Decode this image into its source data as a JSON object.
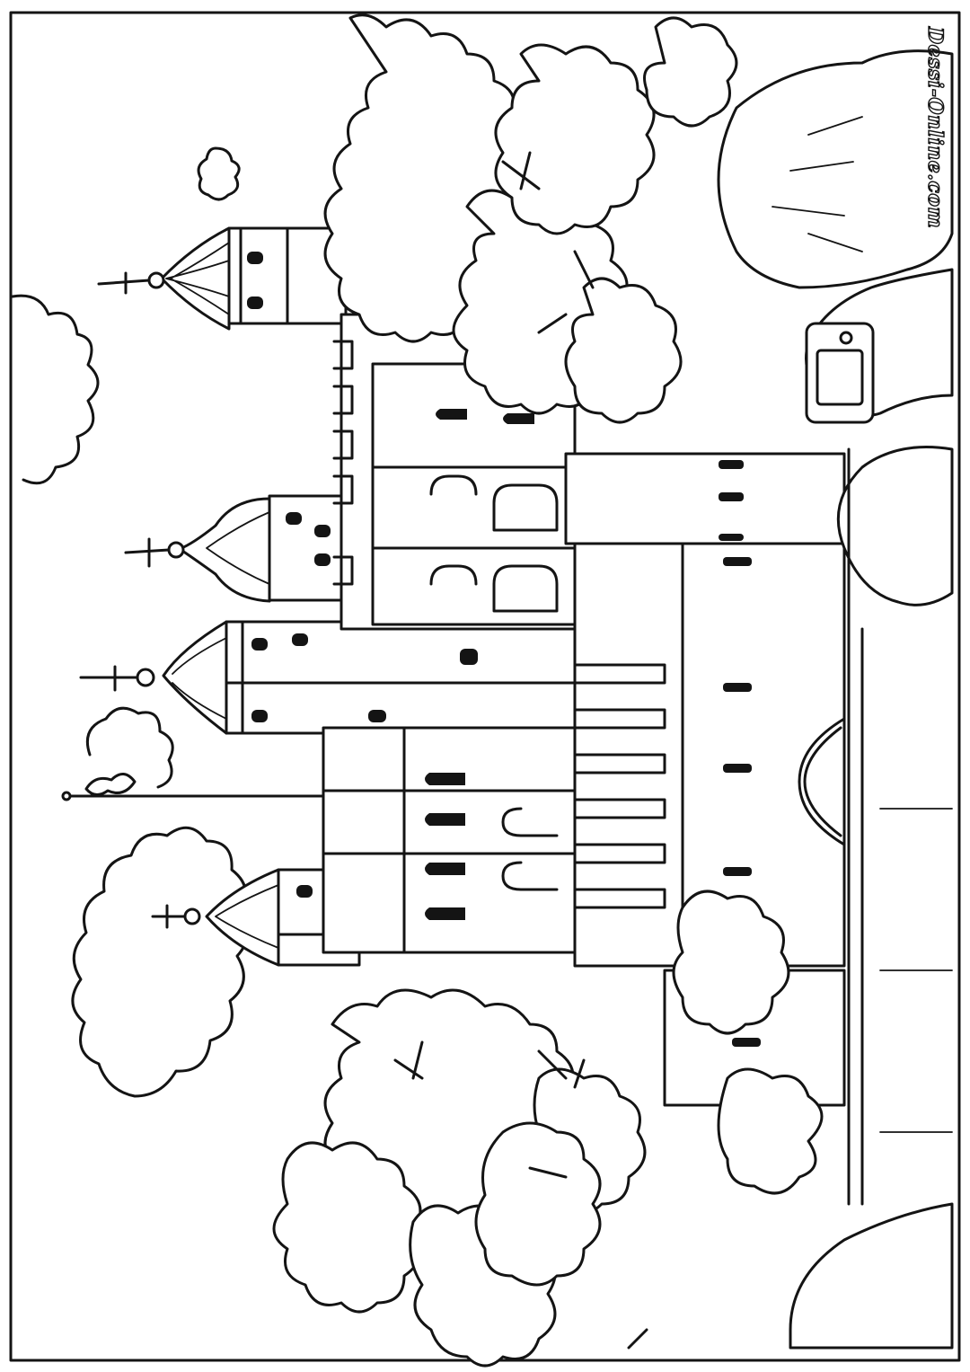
{
  "image": {
    "description_kind": "coloring-page",
    "watermark_text": "Dessi-Online.com",
    "line_color": "#141414",
    "background_color": "#ffffff"
  },
  "icons": [
    "castle-illustration",
    "tree-icon",
    "cloud-icon",
    "flag-pole-icon",
    "camera-icon"
  ]
}
